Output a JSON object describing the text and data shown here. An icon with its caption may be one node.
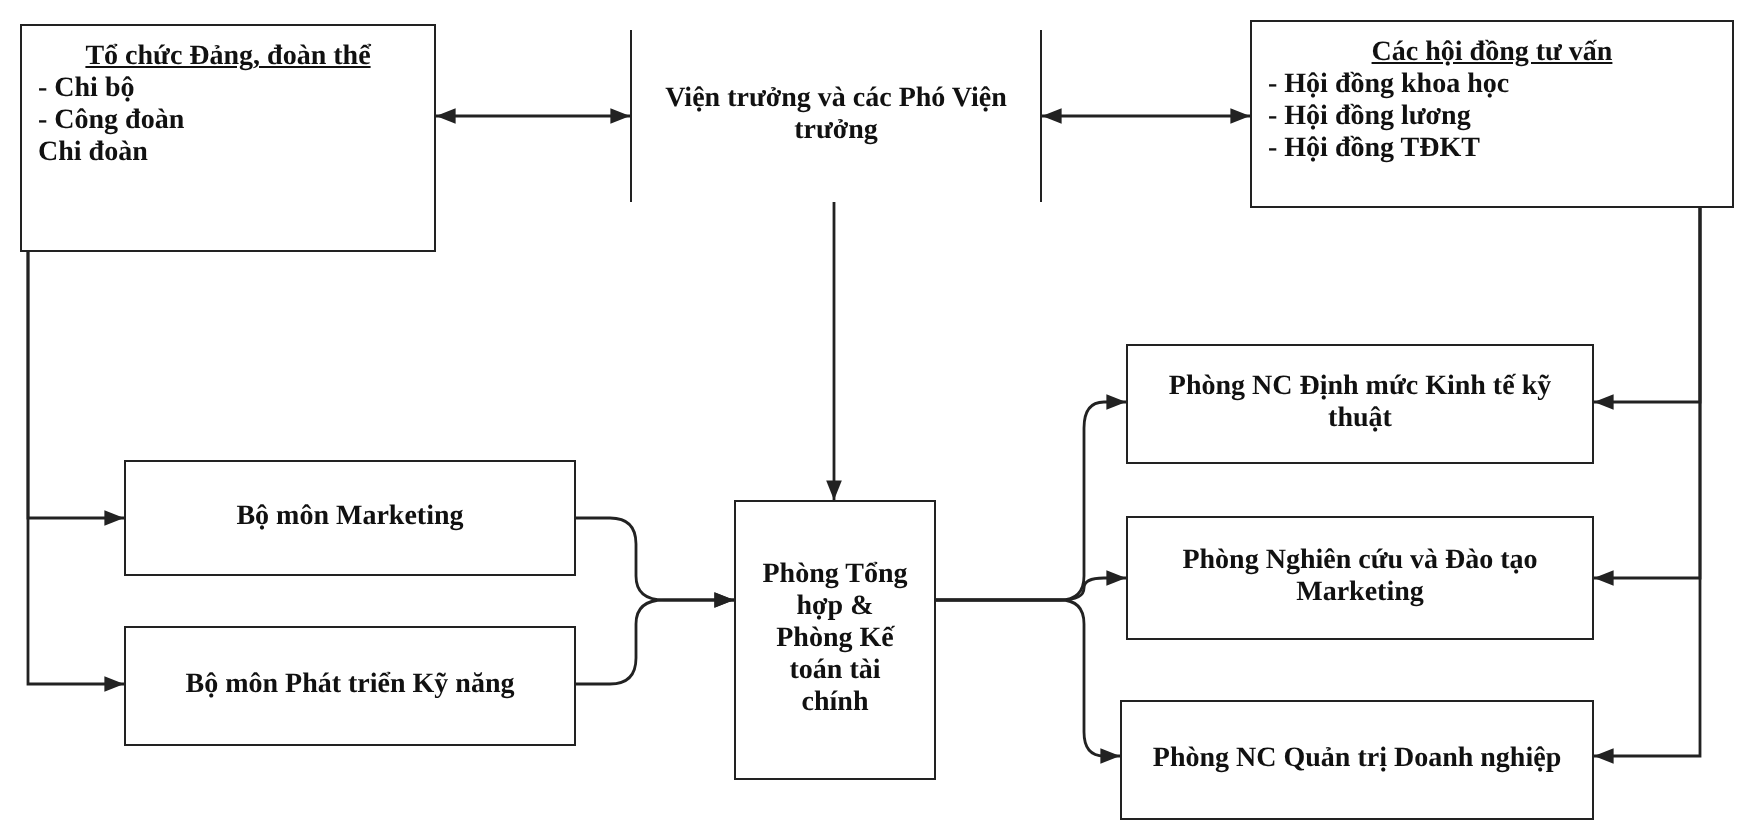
{
  "diagram": {
    "nodes": [
      {
        "text": [
          "Tổ chức Đảng, đoàn thể",
          "- Chi bộ",
          "- Công đoàn",
          "Chi đoàn"
        ]
      },
      {
        "text": [
          "Viện trưởng và các Phó Viện trưởng"
        ]
      },
      {
        "text": [
          "Các hội đồng tư vấn",
          "- Hội đồng khoa học",
          "- Hội đồng lương",
          "- Hội đồng TĐKT"
        ]
      },
      {
        "text": [
          "Bộ môn Marketing"
        ]
      },
      {
        "text": [
          "Bộ môn Phát triển Kỹ năng"
        ]
      },
      {
        "text": [
          "Phòng Tổng hợp & Phòng Kế toán tài chính"
        ]
      },
      {
        "text": [
          "Phòng NC Định mức Kinh tế kỹ thuật"
        ]
      },
      {
        "text": [
          "Phòng Nghiên cứu và Đào tạo Marketing"
        ]
      },
      {
        "text": [
          "Phòng NC Quản trị Doanh nghiệp"
        ]
      }
    ],
    "edges": [
      {
        "from": 1,
        "to": 0,
        "arrow": "both"
      },
      {
        "from": 1,
        "to": 2,
        "arrow": "both"
      },
      {
        "from": 1,
        "to": 5,
        "arrow": "to"
      },
      {
        "from": 0,
        "to": 3,
        "arrow": "to"
      },
      {
        "from": 0,
        "to": 4,
        "arrow": "to"
      },
      {
        "from": 3,
        "to": 5,
        "arrow": "to"
      },
      {
        "from": 4,
        "to": 5,
        "arrow": "to"
      },
      {
        "from": 5,
        "to": 6,
        "arrow": "to"
      },
      {
        "from": 5,
        "to": 7,
        "arrow": "to"
      },
      {
        "from": 5,
        "to": 8,
        "arrow": "to"
      },
      {
        "from": 2,
        "to": 6,
        "arrow": "to"
      },
      {
        "from": 2,
        "to": 7,
        "arrow": "to"
      },
      {
        "from": 2,
        "to": 8,
        "arrow": "to"
      }
    ]
  }
}
